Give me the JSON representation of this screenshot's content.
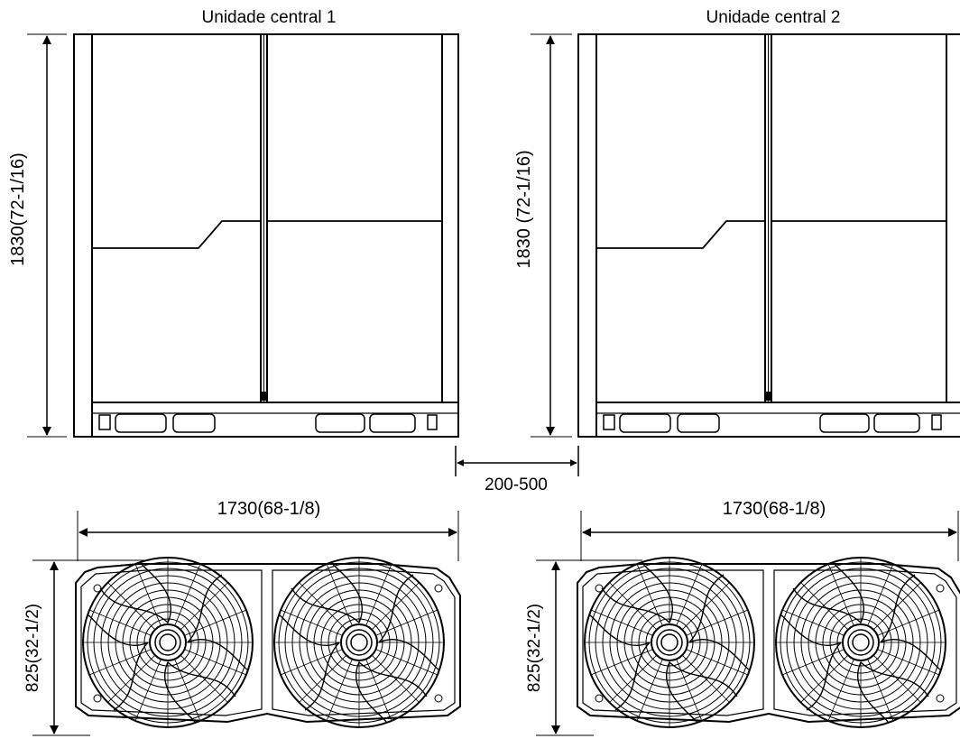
{
  "units": [
    {
      "title": "Unidade central  1",
      "height_label": "1830(72-1/16)",
      "width_label": "1730(68-1/8)",
      "depth_label": "825(32-1/2)"
    },
    {
      "title": "Unidade central  2",
      "height_label": "1830 (72-1/16)",
      "width_label": "1730(68-1/8)",
      "depth_label": "825(32-1/2)"
    }
  ],
  "spacing_label": "200-500",
  "colors": {
    "line": "#000000",
    "background": "#ffffff"
  }
}
